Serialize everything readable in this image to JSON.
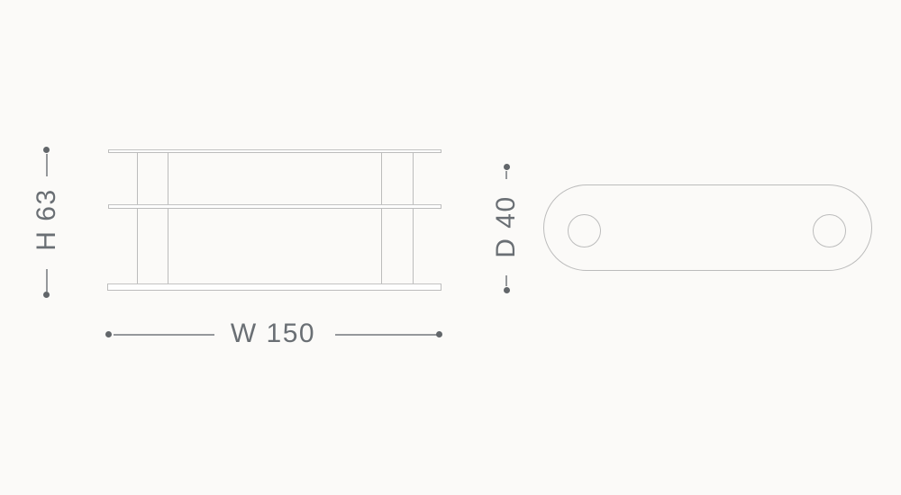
{
  "diagram": {
    "dimensions": {
      "height": {
        "label": "H 63"
      },
      "width": {
        "label": "W 150"
      },
      "depth": {
        "label": "D 40"
      }
    },
    "colors": {
      "background": "#fbfaf8",
      "outline": "#bcbcbc",
      "dimension_line": "#95989b",
      "dimension_text": "#6a6f74",
      "dimension_dot": "#62666a"
    }
  }
}
